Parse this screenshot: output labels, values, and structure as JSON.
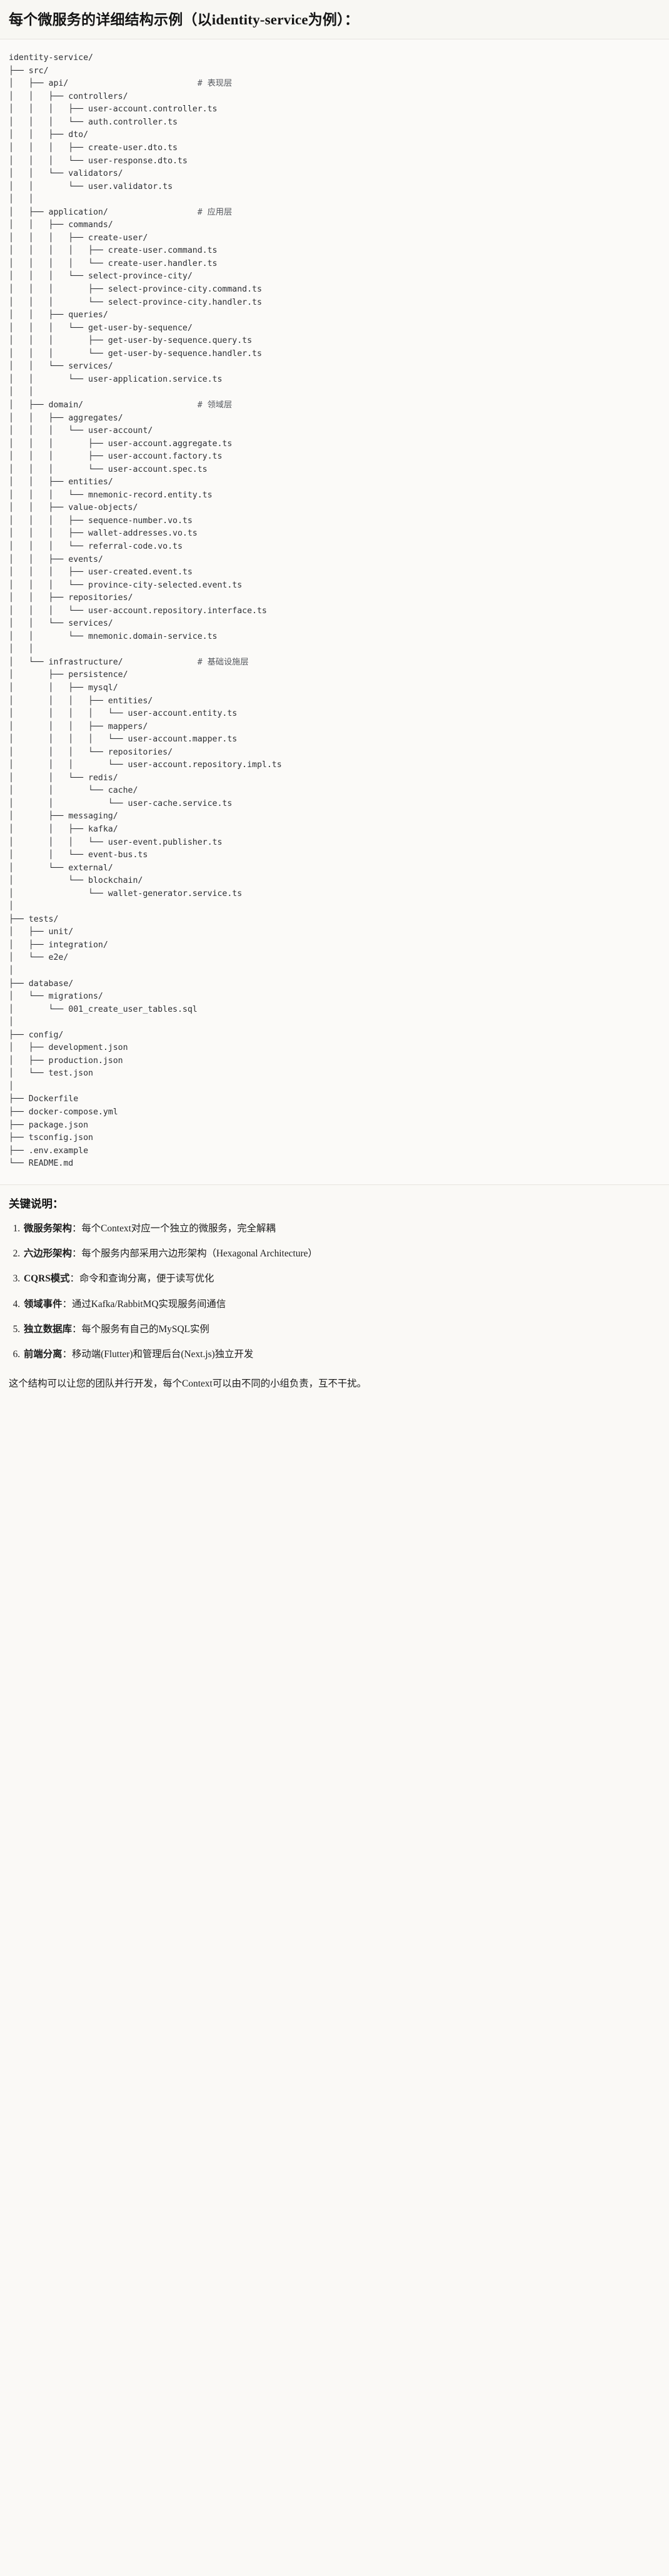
{
  "title": "每个微服务的详细结构示例（以identity-service为例）：",
  "tree": {
    "root_label": "identity-service/",
    "comment_column": 38,
    "lines": [
      {
        "text": "identity-service/",
        "comment": ""
      },
      {
        "text": "├── src/",
        "comment": ""
      },
      {
        "text": "│   ├── api/",
        "comment": "# 表现层"
      },
      {
        "text": "│   │   ├── controllers/",
        "comment": ""
      },
      {
        "text": "│   │   │   ├── user-account.controller.ts",
        "comment": ""
      },
      {
        "text": "│   │   │   └── auth.controller.ts",
        "comment": ""
      },
      {
        "text": "│   │   ├── dto/",
        "comment": ""
      },
      {
        "text": "│   │   │   ├── create-user.dto.ts",
        "comment": ""
      },
      {
        "text": "│   │   │   └── user-response.dto.ts",
        "comment": ""
      },
      {
        "text": "│   │   └── validators/",
        "comment": ""
      },
      {
        "text": "│   │       └── user.validator.ts",
        "comment": ""
      },
      {
        "text": "│   │",
        "comment": ""
      },
      {
        "text": "│   ├── application/",
        "comment": "# 应用层"
      },
      {
        "text": "│   │   ├── commands/",
        "comment": ""
      },
      {
        "text": "│   │   │   ├── create-user/",
        "comment": ""
      },
      {
        "text": "│   │   │   │   ├── create-user.command.ts",
        "comment": ""
      },
      {
        "text": "│   │   │   │   └── create-user.handler.ts",
        "comment": ""
      },
      {
        "text": "│   │   │   └── select-province-city/",
        "comment": ""
      },
      {
        "text": "│   │   │       ├── select-province-city.command.ts",
        "comment": ""
      },
      {
        "text": "│   │   │       └── select-province-city.handler.ts",
        "comment": ""
      },
      {
        "text": "│   │   ├── queries/",
        "comment": ""
      },
      {
        "text": "│   │   │   └── get-user-by-sequence/",
        "comment": ""
      },
      {
        "text": "│   │   │       ├── get-user-by-sequence.query.ts",
        "comment": ""
      },
      {
        "text": "│   │   │       └── get-user-by-sequence.handler.ts",
        "comment": ""
      },
      {
        "text": "│   │   └── services/",
        "comment": ""
      },
      {
        "text": "│   │       └── user-application.service.ts",
        "comment": ""
      },
      {
        "text": "│   │",
        "comment": ""
      },
      {
        "text": "│   ├── domain/",
        "comment": "# 领域层"
      },
      {
        "text": "│   │   ├── aggregates/",
        "comment": ""
      },
      {
        "text": "│   │   │   └── user-account/",
        "comment": ""
      },
      {
        "text": "│   │   │       ├── user-account.aggregate.ts",
        "comment": ""
      },
      {
        "text": "│   │   │       ├── user-account.factory.ts",
        "comment": ""
      },
      {
        "text": "│   │   │       └── user-account.spec.ts",
        "comment": ""
      },
      {
        "text": "│   │   ├── entities/",
        "comment": ""
      },
      {
        "text": "│   │   │   └── mnemonic-record.entity.ts",
        "comment": ""
      },
      {
        "text": "│   │   ├── value-objects/",
        "comment": ""
      },
      {
        "text": "│   │   │   ├── sequence-number.vo.ts",
        "comment": ""
      },
      {
        "text": "│   │   │   ├── wallet-addresses.vo.ts",
        "comment": ""
      },
      {
        "text": "│   │   │   └── referral-code.vo.ts",
        "comment": ""
      },
      {
        "text": "│   │   ├── events/",
        "comment": ""
      },
      {
        "text": "│   │   │   ├── user-created.event.ts",
        "comment": ""
      },
      {
        "text": "│   │   │   └── province-city-selected.event.ts",
        "comment": ""
      },
      {
        "text": "│   │   ├── repositories/",
        "comment": ""
      },
      {
        "text": "│   │   │   └── user-account.repository.interface.ts",
        "comment": ""
      },
      {
        "text": "│   │   └── services/",
        "comment": ""
      },
      {
        "text": "│   │       └── mnemonic.domain-service.ts",
        "comment": ""
      },
      {
        "text": "│   │",
        "comment": ""
      },
      {
        "text": "│   └── infrastructure/",
        "comment": "# 基础设施层"
      },
      {
        "text": "│       ├── persistence/",
        "comment": ""
      },
      {
        "text": "│       │   ├── mysql/",
        "comment": ""
      },
      {
        "text": "│       │   │   ├── entities/",
        "comment": ""
      },
      {
        "text": "│       │   │   │   └── user-account.entity.ts",
        "comment": ""
      },
      {
        "text": "│       │   │   ├── mappers/",
        "comment": ""
      },
      {
        "text": "│       │   │   │   └── user-account.mapper.ts",
        "comment": ""
      },
      {
        "text": "│       │   │   └── repositories/",
        "comment": ""
      },
      {
        "text": "│       │   │       └── user-account.repository.impl.ts",
        "comment": ""
      },
      {
        "text": "│       │   └── redis/",
        "comment": ""
      },
      {
        "text": "│       │       └── cache/",
        "comment": ""
      },
      {
        "text": "│       │           └── user-cache.service.ts",
        "comment": ""
      },
      {
        "text": "│       ├── messaging/",
        "comment": ""
      },
      {
        "text": "│       │   ├── kafka/",
        "comment": ""
      },
      {
        "text": "│       │   │   └── user-event.publisher.ts",
        "comment": ""
      },
      {
        "text": "│       │   └── event-bus.ts",
        "comment": ""
      },
      {
        "text": "│       └── external/",
        "comment": ""
      },
      {
        "text": "│           └── blockchain/",
        "comment": ""
      },
      {
        "text": "│               └── wallet-generator.service.ts",
        "comment": ""
      },
      {
        "text": "│",
        "comment": ""
      },
      {
        "text": "├── tests/",
        "comment": ""
      },
      {
        "text": "│   ├── unit/",
        "comment": ""
      },
      {
        "text": "│   ├── integration/",
        "comment": ""
      },
      {
        "text": "│   └── e2e/",
        "comment": ""
      },
      {
        "text": "│",
        "comment": ""
      },
      {
        "text": "├── database/",
        "comment": ""
      },
      {
        "text": "│   └── migrations/",
        "comment": ""
      },
      {
        "text": "│       └── 001_create_user_tables.sql",
        "comment": ""
      },
      {
        "text": "│",
        "comment": ""
      },
      {
        "text": "├── config/",
        "comment": ""
      },
      {
        "text": "│   ├── development.json",
        "comment": ""
      },
      {
        "text": "│   ├── production.json",
        "comment": ""
      },
      {
        "text": "│   └── test.json",
        "comment": ""
      },
      {
        "text": "│",
        "comment": ""
      },
      {
        "text": "├── Dockerfile",
        "comment": ""
      },
      {
        "text": "├── docker-compose.yml",
        "comment": ""
      },
      {
        "text": "├── package.json",
        "comment": ""
      },
      {
        "text": "├── tsconfig.json",
        "comment": ""
      },
      {
        "text": "├── .env.example",
        "comment": ""
      },
      {
        "text": "└── README.md",
        "comment": ""
      }
    ]
  },
  "notes": {
    "heading": "关键说明：",
    "items": [
      {
        "term": "微服务架构",
        "sep": "：",
        "desc": "每个Context对应一个独立的微服务，完全解耦"
      },
      {
        "term": "六边形架构",
        "sep": "：",
        "desc": "每个服务内部采用六边形架构（Hexagonal Architecture）"
      },
      {
        "term": "CQRS模式",
        "sep": "：",
        "desc": "命令和查询分离，便于读写优化"
      },
      {
        "term": "领域事件",
        "sep": "：",
        "desc": "通过Kafka/RabbitMQ实现服务间通信"
      },
      {
        "term": "独立数据库",
        "sep": "：",
        "desc": "每个服务有自己的MySQL实例"
      },
      {
        "term": "前端分离",
        "sep": "：",
        "desc": "移动端(Flutter)和管理后台(Next.js)独立开发"
      }
    ],
    "closing": "这个结构可以让您的团队并行开发，每个Context可以由不同的小组负责，互不干扰。"
  },
  "colors": {
    "page_bg": "#faf9f6",
    "code_bg": "#fbfaf8",
    "text": "#1f1f1f",
    "code_text": "#2d2f33",
    "comment_text": "#55585e",
    "divider": "#e6e4df"
  }
}
